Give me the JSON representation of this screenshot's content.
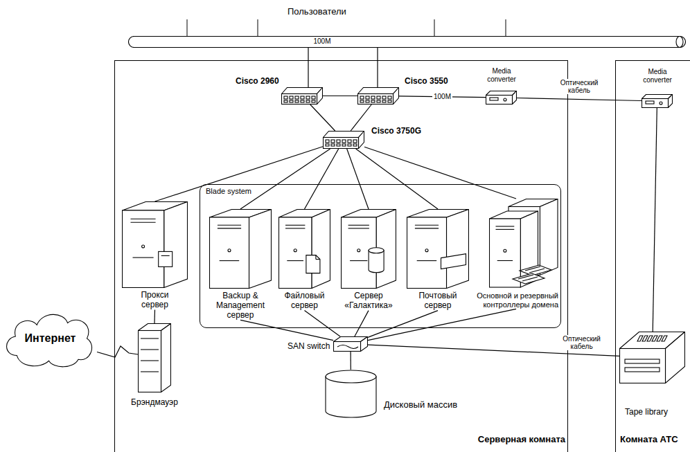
{
  "diagram": {
    "nodes": [
      {
        "text": [
          "Пользователи",
          "100M"
        ]
      },
      {
        "text": [
          "Серверная комната"
        ]
      },
      {
        "text": [
          "Cisco 2960"
        ],
        "in": 1
      },
      {
        "text": [
          "Cisco 3550"
        ],
        "in": 1
      },
      {
        "text": [
          "Media converter"
        ],
        "in": 1
      },
      {
        "text": [
          "Cisco 3750G"
        ],
        "in": 1
      },
      {
        "text": [
          "Blade system"
        ],
        "in": 1
      },
      {
        "text": [
          "Прокси сервер"
        ],
        "in": 1
      },
      {
        "text": [
          "Backup & Management сервер"
        ],
        "in": 6
      },
      {
        "text": [
          "Файловый сервер"
        ],
        "in": 6
      },
      {
        "text": [
          "Сервер «Галактика»"
        ],
        "in": 6
      },
      {
        "text": [
          "Почтовый сервер"
        ],
        "in": 6
      },
      {
        "text": [
          "Основной и резервный контроллеры домена"
        ],
        "in": 6
      },
      {
        "text": [
          "SAN switch"
        ],
        "in": 1
      },
      {
        "text": [
          "Дисковый массив"
        ],
        "in": 1
      },
      {
        "text": [
          "Брэндмауэр"
        ],
        "in": 1
      },
      {
        "text": [
          "Интернет"
        ]
      },
      {
        "text": [
          "Комната АТС"
        ]
      },
      {
        "text": [
          "Media converter"
        ],
        "in": 17
      },
      {
        "text": [
          "Tape library"
        ],
        "in": 17
      }
    ],
    "edges": [
      {
        "from": 0,
        "to": 2,
        "arrow": "none"
      },
      {
        "from": 0,
        "to": 3,
        "arrow": "none"
      },
      {
        "from": 2,
        "to": 3,
        "arrow": "none"
      },
      {
        "from": 3,
        "to": 4,
        "label": "100M",
        "arrow": "none"
      },
      {
        "from": 4,
        "to": 18,
        "label": "Оптический кабель",
        "arrow": "none"
      },
      {
        "from": 2,
        "to": 5,
        "arrow": "none"
      },
      {
        "from": 3,
        "to": 5,
        "arrow": "none"
      },
      {
        "from": 5,
        "to": 7,
        "arrow": "none"
      },
      {
        "from": 5,
        "to": 8,
        "arrow": "none"
      },
      {
        "from": 5,
        "to": 9,
        "arrow": "none"
      },
      {
        "from": 5,
        "to": 10,
        "arrow": "none"
      },
      {
        "from": 5,
        "to": 11,
        "arrow": "none"
      },
      {
        "from": 5,
        "to": 12,
        "arrow": "none"
      },
      {
        "from": 8,
        "to": 13,
        "arrow": "none"
      },
      {
        "from": 9,
        "to": 13,
        "arrow": "none"
      },
      {
        "from": 10,
        "to": 13,
        "arrow": "none"
      },
      {
        "from": 11,
        "to": 13,
        "arrow": "none"
      },
      {
        "from": 12,
        "to": 13,
        "arrow": "none"
      },
      {
        "from": 13,
        "to": 14,
        "arrow": "none"
      },
      {
        "from": 13,
        "to": 19,
        "label": "Оптический кабель",
        "arrow": "none"
      },
      {
        "from": 18,
        "to": 19,
        "arrow": "none"
      },
      {
        "from": 7,
        "to": 15,
        "arrow": "none"
      },
      {
        "from": 15,
        "to": 16,
        "arrow": "none"
      }
    ]
  }
}
